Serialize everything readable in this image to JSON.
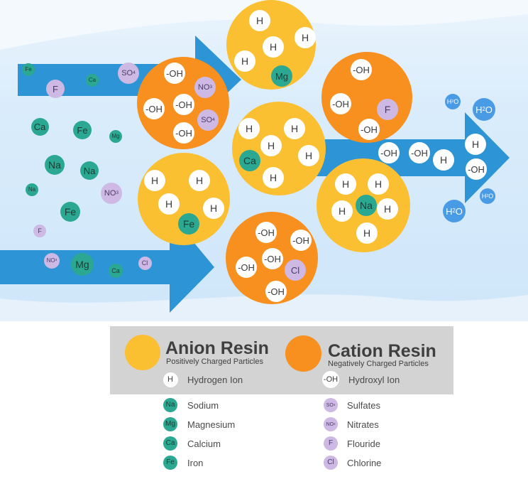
{
  "particles": {
    "hydrogen": "H",
    "hydroxyl": "-OH",
    "sodium": "Na",
    "magnesium": "Mg",
    "calcium": "Ca",
    "iron": "Fe",
    "sulfate": {
      "main": "SO",
      "sub": "4"
    },
    "nitrate": {
      "main": "NO",
      "sub": "3"
    },
    "fluoride": "F",
    "chloride": "Cl",
    "water": {
      "main": "H",
      "sub": "2",
      "tail": "O"
    }
  },
  "legend": {
    "anion_title": "Anion Resin",
    "anion_subtitle": "Positively Charged Particles",
    "cation_title": "Cation Resin",
    "cation_subtitle": "Negatively Charged Particles",
    "hydrogen_label": "Hydrogen Ion",
    "hydroxyl_label": "Hydroxyl Ion",
    "sodium_label": "Sodium",
    "magnesium_label": "Magnesium",
    "calcium_label": "Calcium",
    "iron_label": "Iron",
    "sulfates_label": "Sulfates",
    "nitrates_label": "Nitrates",
    "fluoride_label": "Flouride",
    "chlorine_label": "Chlorine"
  },
  "colors": {
    "anion_resin": "#fbbf32",
    "cation_resin": "#f7901e",
    "metal_ion": "#2aa891",
    "anion_particle": "#cdb9e3",
    "water": "#4a9be6",
    "arrow": "#2d94d6",
    "legend_band": "#d3d3d3"
  }
}
